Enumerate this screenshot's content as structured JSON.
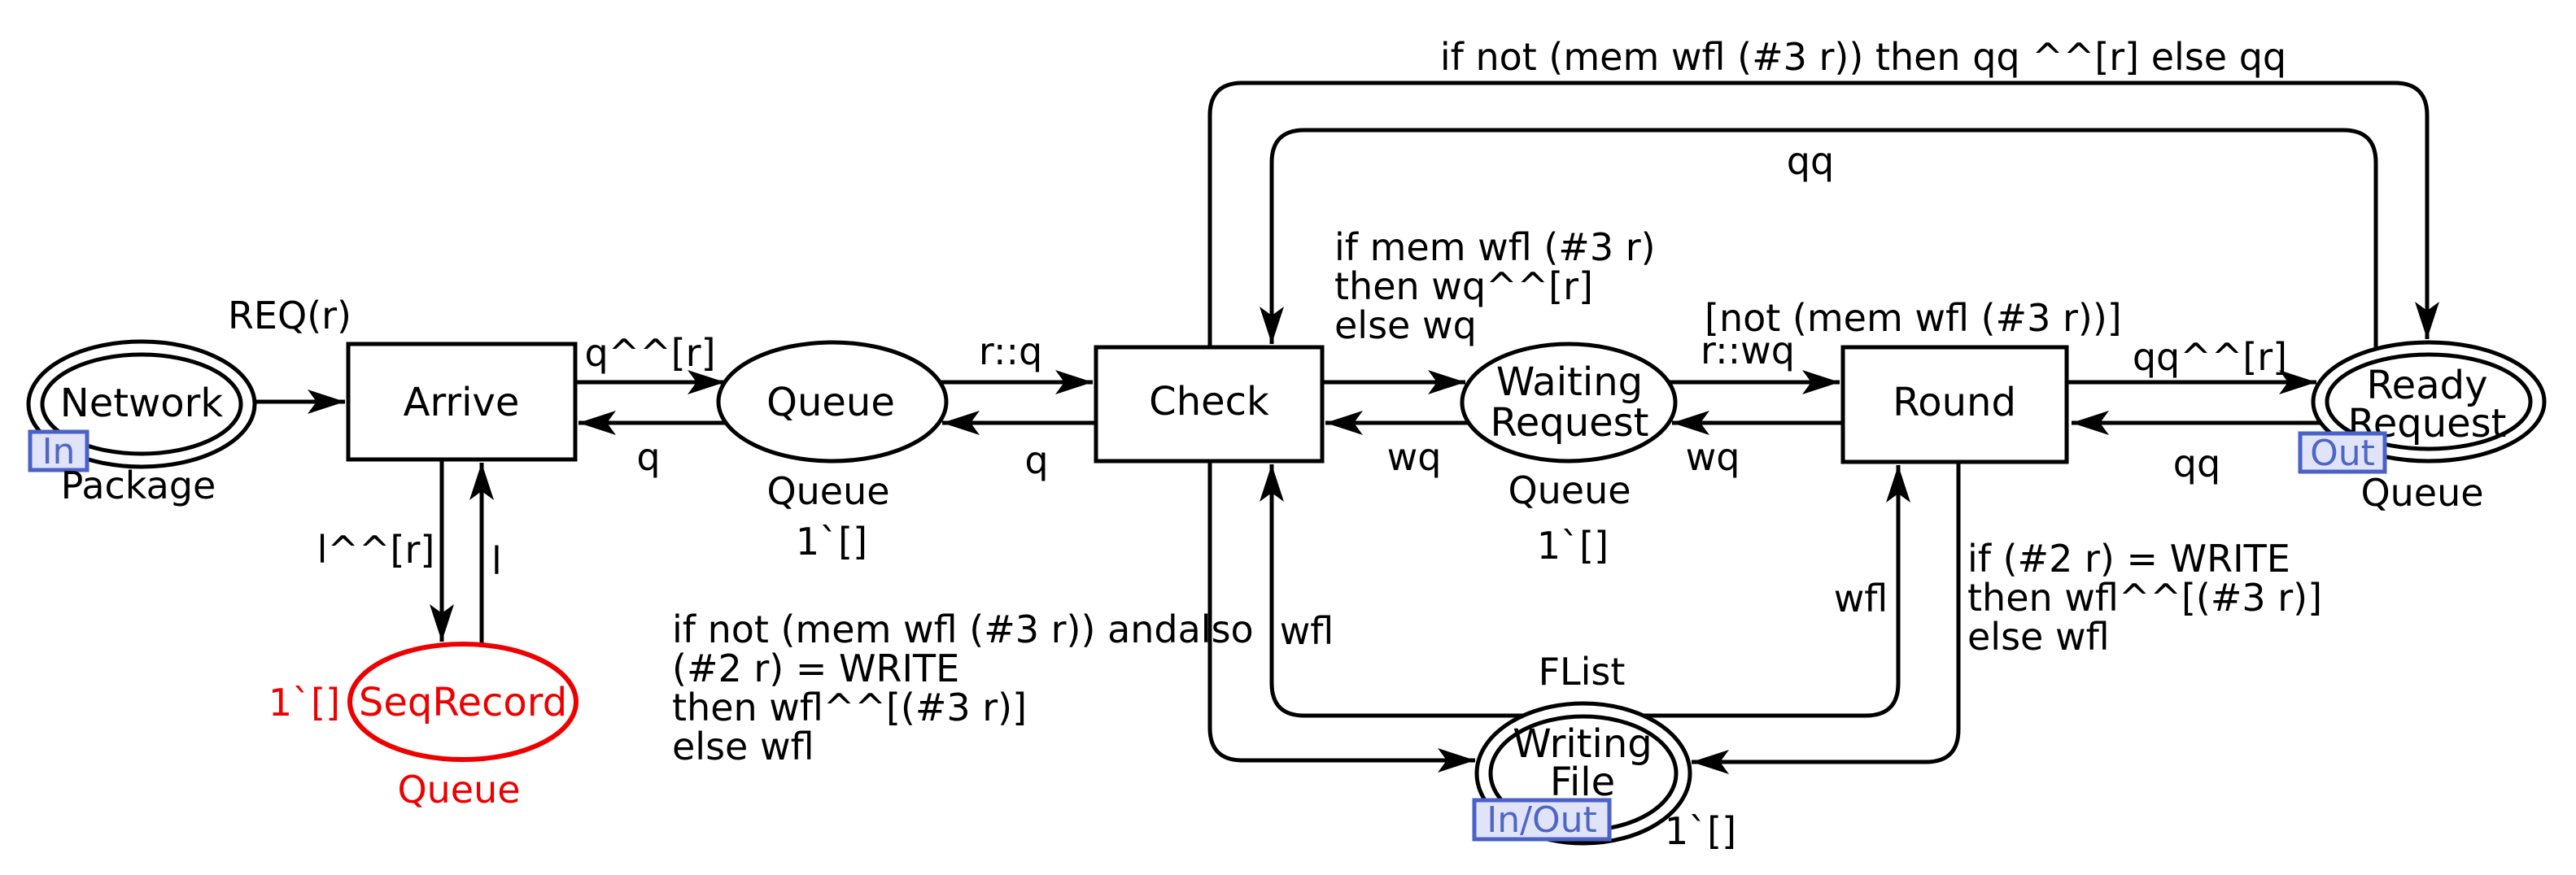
{
  "colors": {
    "line": "#000000",
    "special_place": "#ee0000",
    "tag_border": "#4a62c8",
    "tag_bg": "#e1e4f9",
    "tag_text": "#4e66c6"
  },
  "places": {
    "network": {
      "name": "Network",
      "tag": "In",
      "type": "Package"
    },
    "queue": {
      "name": "Queue",
      "type": "Queue",
      "marking": "1`[]"
    },
    "seq_record": {
      "name": "SeqRecord",
      "type": "Queue",
      "marking": "1`[]"
    },
    "waiting_request": {
      "line1": "Waiting",
      "line2": "Request",
      "type": "Queue",
      "marking": "1`[]"
    },
    "ready_request": {
      "line1": "Ready",
      "line2": "Request",
      "tag": "Out",
      "type": "Queue"
    },
    "writing_file": {
      "line1": "Writing",
      "line2": "File",
      "tag": "In/Out",
      "type": "FList",
      "marking": "1`[]"
    }
  },
  "transitions": {
    "arrive": {
      "name": "Arrive"
    },
    "check": {
      "name": "Check"
    },
    "round": {
      "name": "Round",
      "guard": "[not (mem wfl (#3 r))]"
    }
  },
  "inscriptions": {
    "req": "REQ(r)",
    "q_out": "q^^[r]",
    "q_in": "q",
    "rq": "r::q",
    "q_back": "q",
    "l_out": "l^^[r]",
    "l_in": "l",
    "wq_if": [
      "if mem wfl (#3 r)",
      "then wq^^[r]",
      "else wq"
    ],
    "wq_back": "wq",
    "rwq": "r::wq",
    "wq_in": "wq",
    "qq_out": "qq^^[r]",
    "qq_back": "qq",
    "top_if": "if not (mem wfl (#3 r)) then qq ^^[r] else qq",
    "qq_top": "qq",
    "wfl_check_if": [
      "if not (mem wfl (#3 r)) andalso",
      "(#2 r) = WRITE",
      "then wfl^^[(#3 r)]",
      "else wfl"
    ],
    "wfl_to_check": "wfl",
    "wfl_to_round": "wfl",
    "wfl_round_if": [
      "if (#2 r) = WRITE",
      "then wfl^^[(#3 r)]",
      "else wfl"
    ]
  }
}
